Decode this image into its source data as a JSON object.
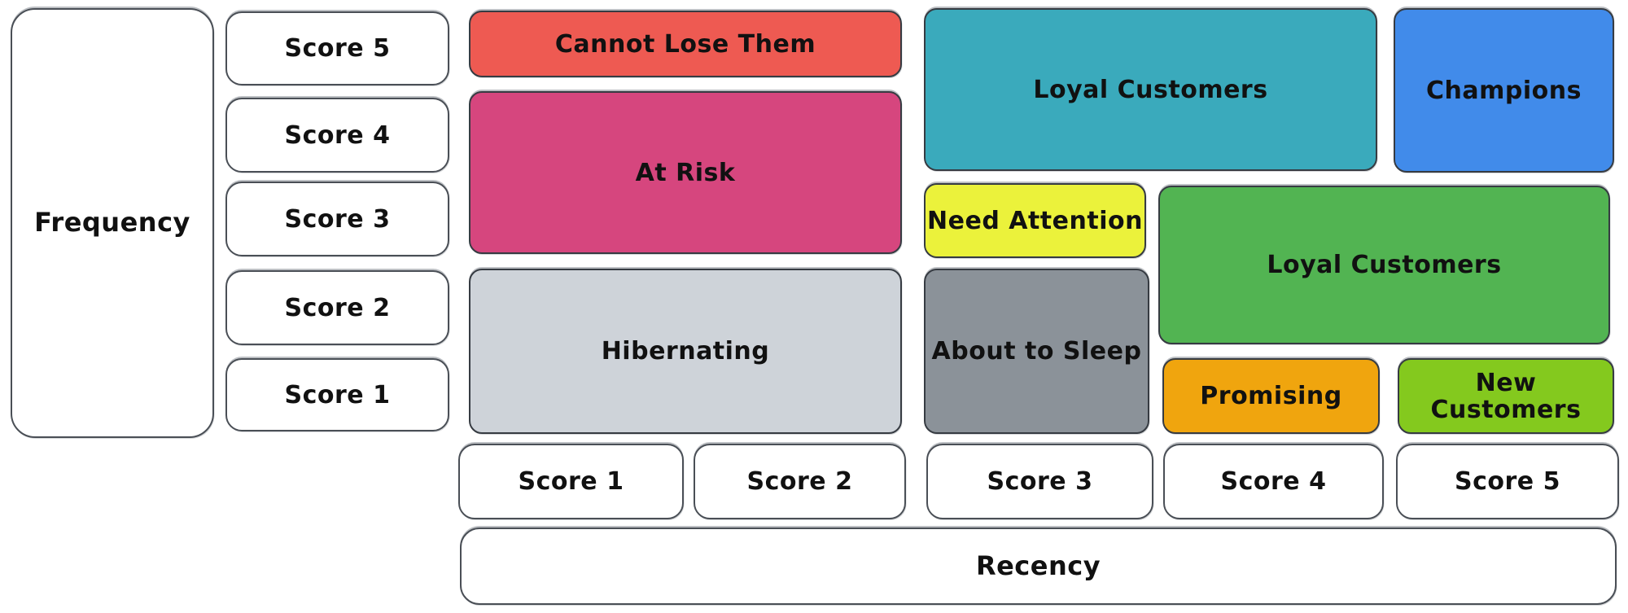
{
  "diagram": {
    "left_axis": {
      "label": "Frequency"
    },
    "bottom_axis": {
      "label": "Recency"
    },
    "frequency_scores": [
      "Score 5",
      "Score 4",
      "Score 3",
      "Score 2",
      "Score 1"
    ],
    "recency_scores": [
      "Score 1",
      "Score 2",
      "Score 3",
      "Score 4",
      "Score 5"
    ],
    "segments": [
      {
        "id": "cannot-lose-them",
        "label": "Cannot Lose Them",
        "color": "#ee5a52",
        "recency_span": "1-2",
        "frequency_span": "5"
      },
      {
        "id": "at-risk",
        "label": "At Risk",
        "color": "#d6467e",
        "recency_span": "1-2",
        "frequency_span": "3-4"
      },
      {
        "id": "hibernating",
        "label": "Hibernating",
        "color": "#ced3d9",
        "recency_span": "1-2",
        "frequency_span": "1-2"
      },
      {
        "id": "loyal-customers-top",
        "label": "Loyal Customers",
        "color": "#3aaabc",
        "recency_span": "3-4",
        "frequency_span": "4-5"
      },
      {
        "id": "need-attention",
        "label": "Need Attention",
        "color": "#ebf23b",
        "recency_span": "3",
        "frequency_span": "3"
      },
      {
        "id": "about-to-sleep",
        "label": "About to Sleep",
        "color": "#8b9299",
        "recency_span": "3",
        "frequency_span": "1-2"
      },
      {
        "id": "champions",
        "label": "Champions",
        "color": "#418bea",
        "recency_span": "5",
        "frequency_span": "4-5"
      },
      {
        "id": "loyal-customers-right",
        "label": "Loyal Customers",
        "color": "#52b452",
        "recency_span": "4-5",
        "frequency_span": "2-3"
      },
      {
        "id": "promising",
        "label": "Promising",
        "color": "#f0a50e",
        "recency_span": "4",
        "frequency_span": "1"
      },
      {
        "id": "new-customers",
        "label": "New Customers",
        "color": "#84c91e",
        "recency_span": "5",
        "frequency_span": "1"
      }
    ],
    "stroke_color": "#3f444b",
    "text_color": "#111111"
  }
}
